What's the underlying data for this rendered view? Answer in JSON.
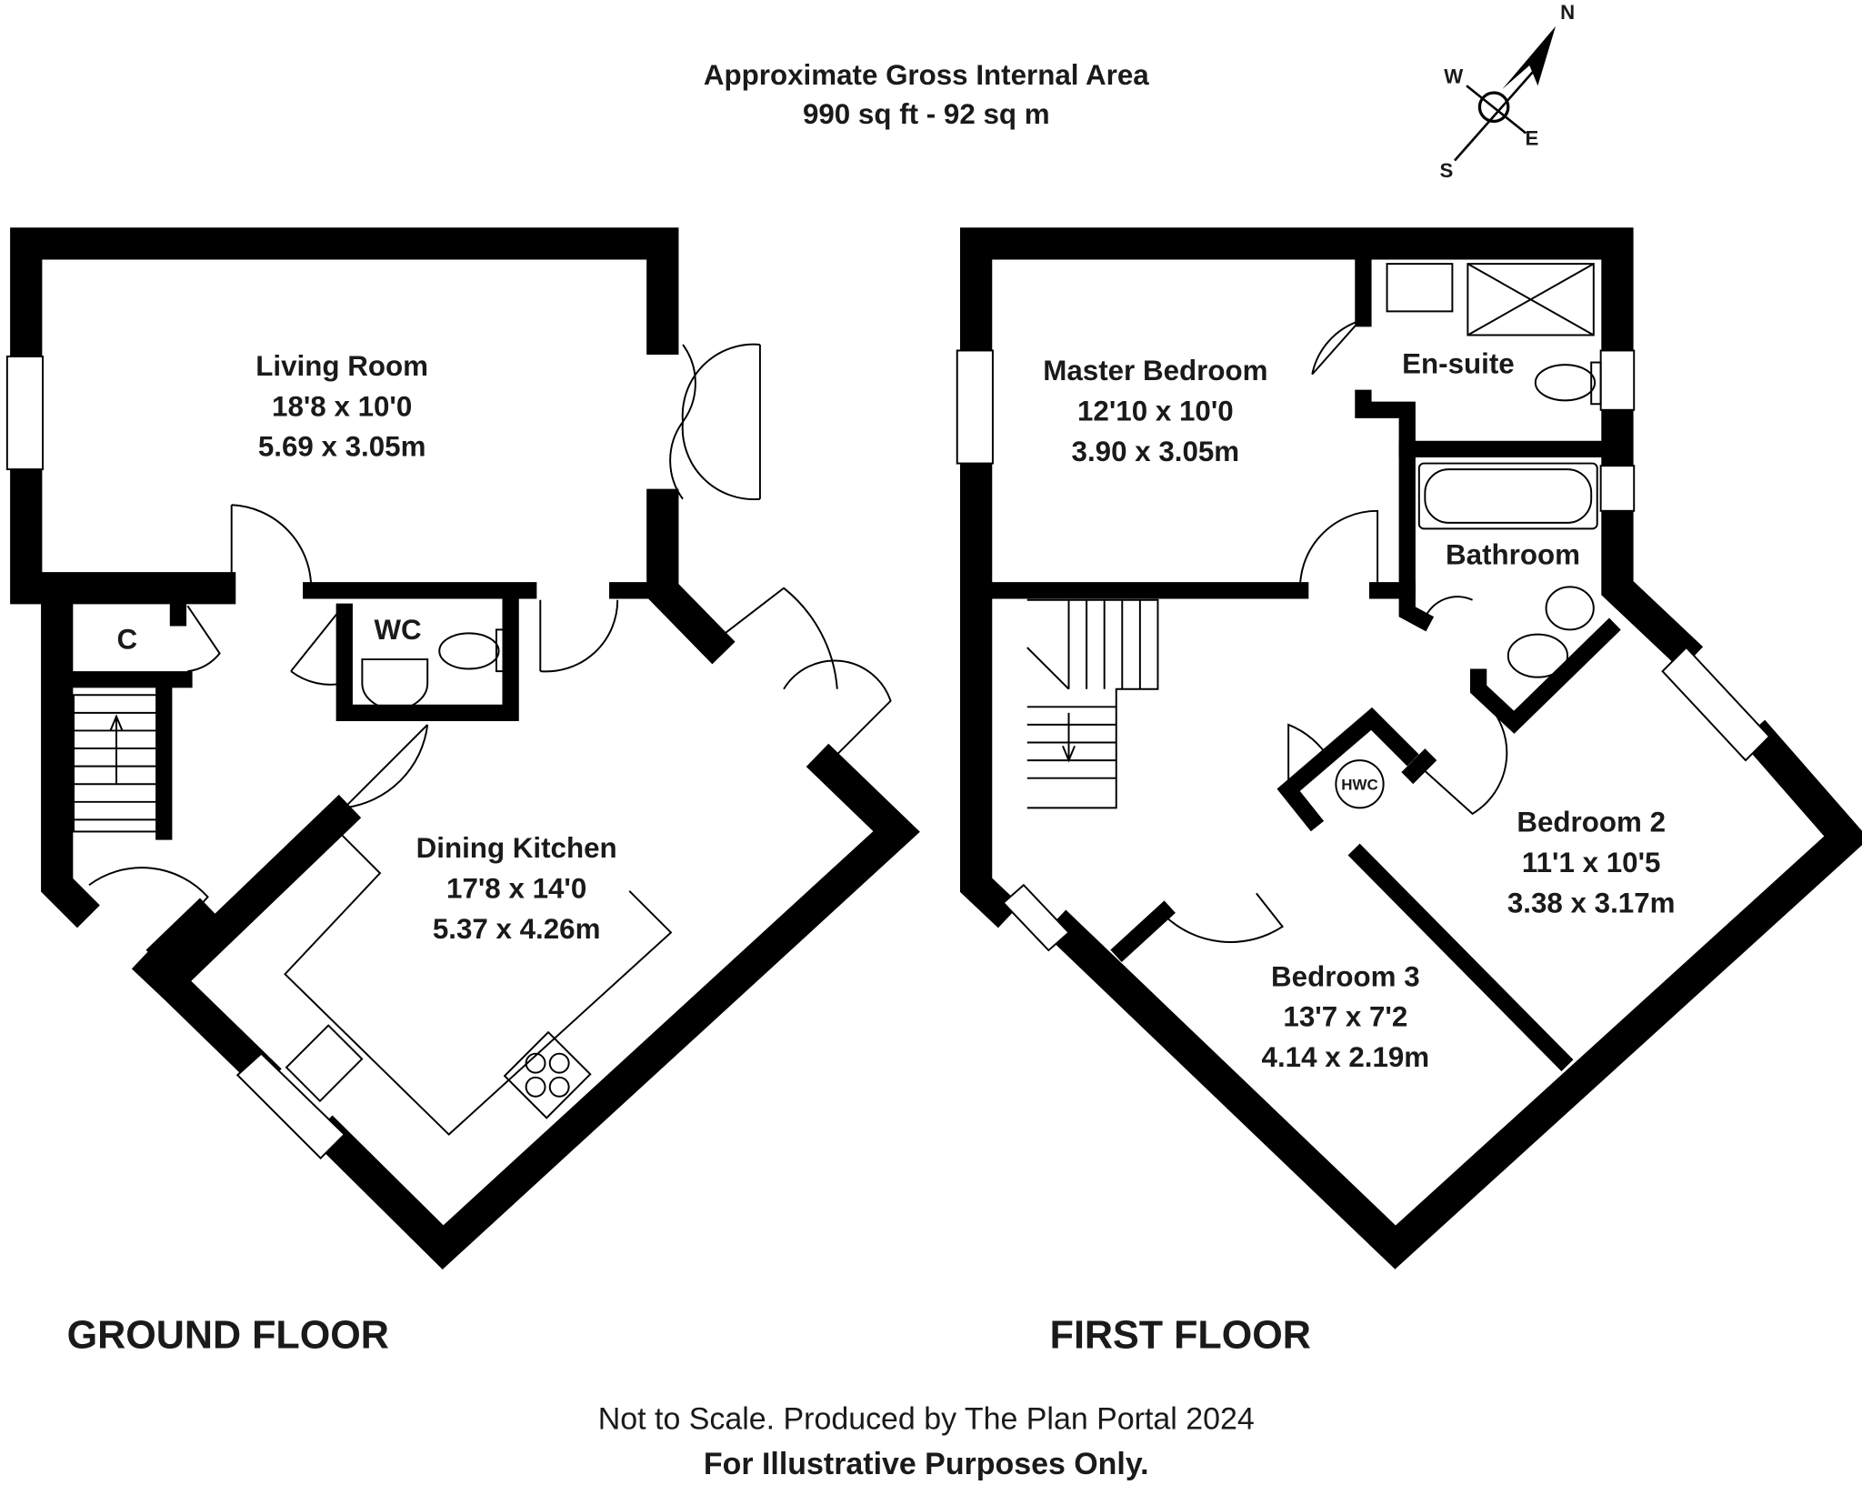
{
  "header": {
    "line1": "Approximate Gross Internal Area",
    "line2": "990 sq ft - 92 sq m"
  },
  "compass": {
    "n": "N",
    "e": "E",
    "s": "S",
    "w": "W"
  },
  "ground_floor": {
    "label": "GROUND FLOOR",
    "rooms": [
      {
        "name": "Living Room",
        "imperial": "18'8 x 10'0",
        "metric": "5.69 x 3.05m"
      },
      {
        "name": "Dining Kitchen",
        "imperial": "17'8 x 14'0",
        "metric": "5.37 x 4.26m"
      }
    ],
    "wc": "WC",
    "cupboard": "C"
  },
  "first_floor": {
    "label": "FIRST FLOOR",
    "rooms": [
      {
        "name": "Master Bedroom",
        "imperial": "12'10 x 10'0",
        "metric": "3.90 x 3.05m"
      },
      {
        "name": "Bedroom 2",
        "imperial": "11'1 x 10'5",
        "metric": "3.38 x 3.17m"
      },
      {
        "name": "Bedroom 3",
        "imperial": "13'7 x 7'2",
        "metric": "4.14 x 2.19m"
      }
    ],
    "ensuite": "En-suite",
    "bathroom": "Bathroom",
    "hwc": "HWC"
  },
  "footer": {
    "line1": "Not to Scale. Produced by The Plan Portal 2024",
    "line2": "For Illustrative Purposes Only."
  }
}
